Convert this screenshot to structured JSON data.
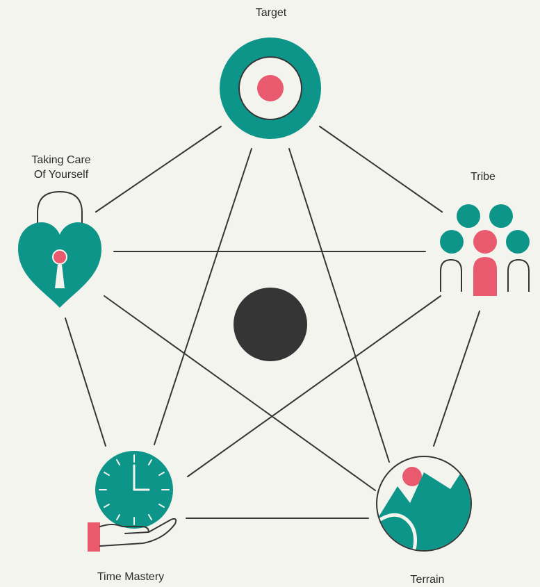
{
  "nodes": {
    "target": {
      "label": "Target",
      "icon": "target-icon"
    },
    "tribe": {
      "label": "Tribe",
      "icon": "people-group-icon"
    },
    "self_care": {
      "label": "Taking Care\nOf Yourself",
      "icon": "heart-padlock-icon"
    },
    "time": {
      "label": "Time Mastery",
      "icon": "clock-in-hand-icon"
    },
    "terrain": {
      "label": "Terrain",
      "icon": "mountain-landscape-icon"
    }
  },
  "colors": {
    "background": "#f4f4ef",
    "teal": "#0e958a",
    "pink": "#ea5a6e",
    "dark": "#353535"
  }
}
